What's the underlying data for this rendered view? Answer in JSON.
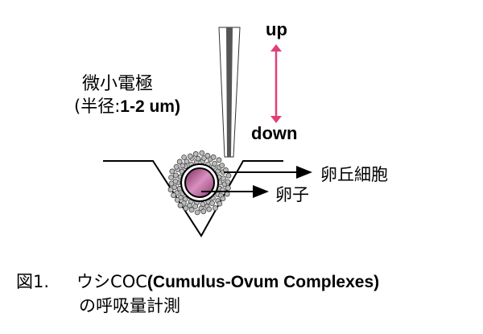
{
  "electrode": {
    "label_line1": "微小電極",
    "label_open": "(半径:",
    "label_value": "1-2 um)"
  },
  "motion": {
    "up": "up",
    "down": "down",
    "arrow_color": "#e0407a"
  },
  "labels": {
    "cumulus": "卵丘細胞",
    "oocyte": "卵子"
  },
  "caption": {
    "figure_number": "図1.",
    "line1_plain": "ウシCOC",
    "line1_bold": "(Cumulus-Ovum Complexes)",
    "line2": "の呼吸量計測"
  }
}
